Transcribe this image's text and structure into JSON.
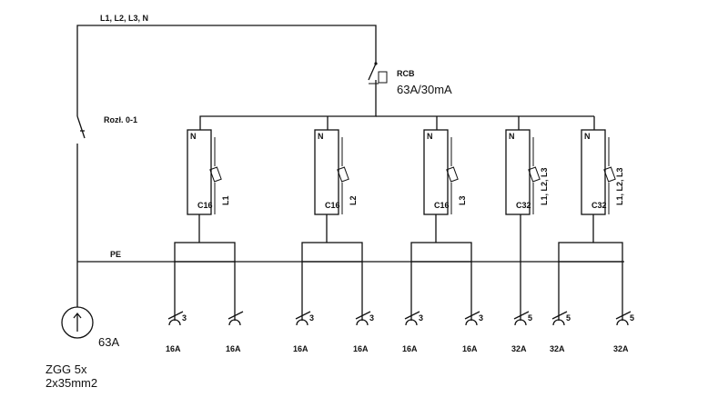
{
  "supply_label": "L1, L2, L3, N",
  "rcb": {
    "label": "RCB",
    "rating": "63A/30mA"
  },
  "main_switch_label": "Rozł. 0-1",
  "pe_label": "PE",
  "neutral_label": "N",
  "meter": {
    "rating": "63A",
    "cable_line1": "ZGG 5x",
    "cable_line2": "2x35mm2"
  },
  "breakers": [
    {
      "rating": "C16",
      "phase": "L1",
      "sockets": [
        {
          "poles": "3",
          "current": "16A"
        },
        {
          "poles": "",
          "current": "16A"
        }
      ]
    },
    {
      "rating": "C16",
      "phase": "L2",
      "sockets": [
        {
          "poles": "3",
          "current": "16A"
        },
        {
          "poles": "3",
          "current": "16A"
        }
      ]
    },
    {
      "rating": "C16",
      "phase": "L3",
      "sockets": [
        {
          "poles": "3",
          "current": "16A"
        },
        {
          "poles": "3",
          "current": "16A"
        }
      ]
    },
    {
      "rating": "C32",
      "phase": "L1, L2, L3",
      "sockets": [
        {
          "poles": "5",
          "current": "32A"
        }
      ]
    },
    {
      "rating": "C32",
      "phase": "L1, L2, L3",
      "sockets": [
        {
          "poles": "5",
          "current": "32A"
        },
        {
          "poles": "5",
          "current": "32A"
        }
      ]
    }
  ]
}
